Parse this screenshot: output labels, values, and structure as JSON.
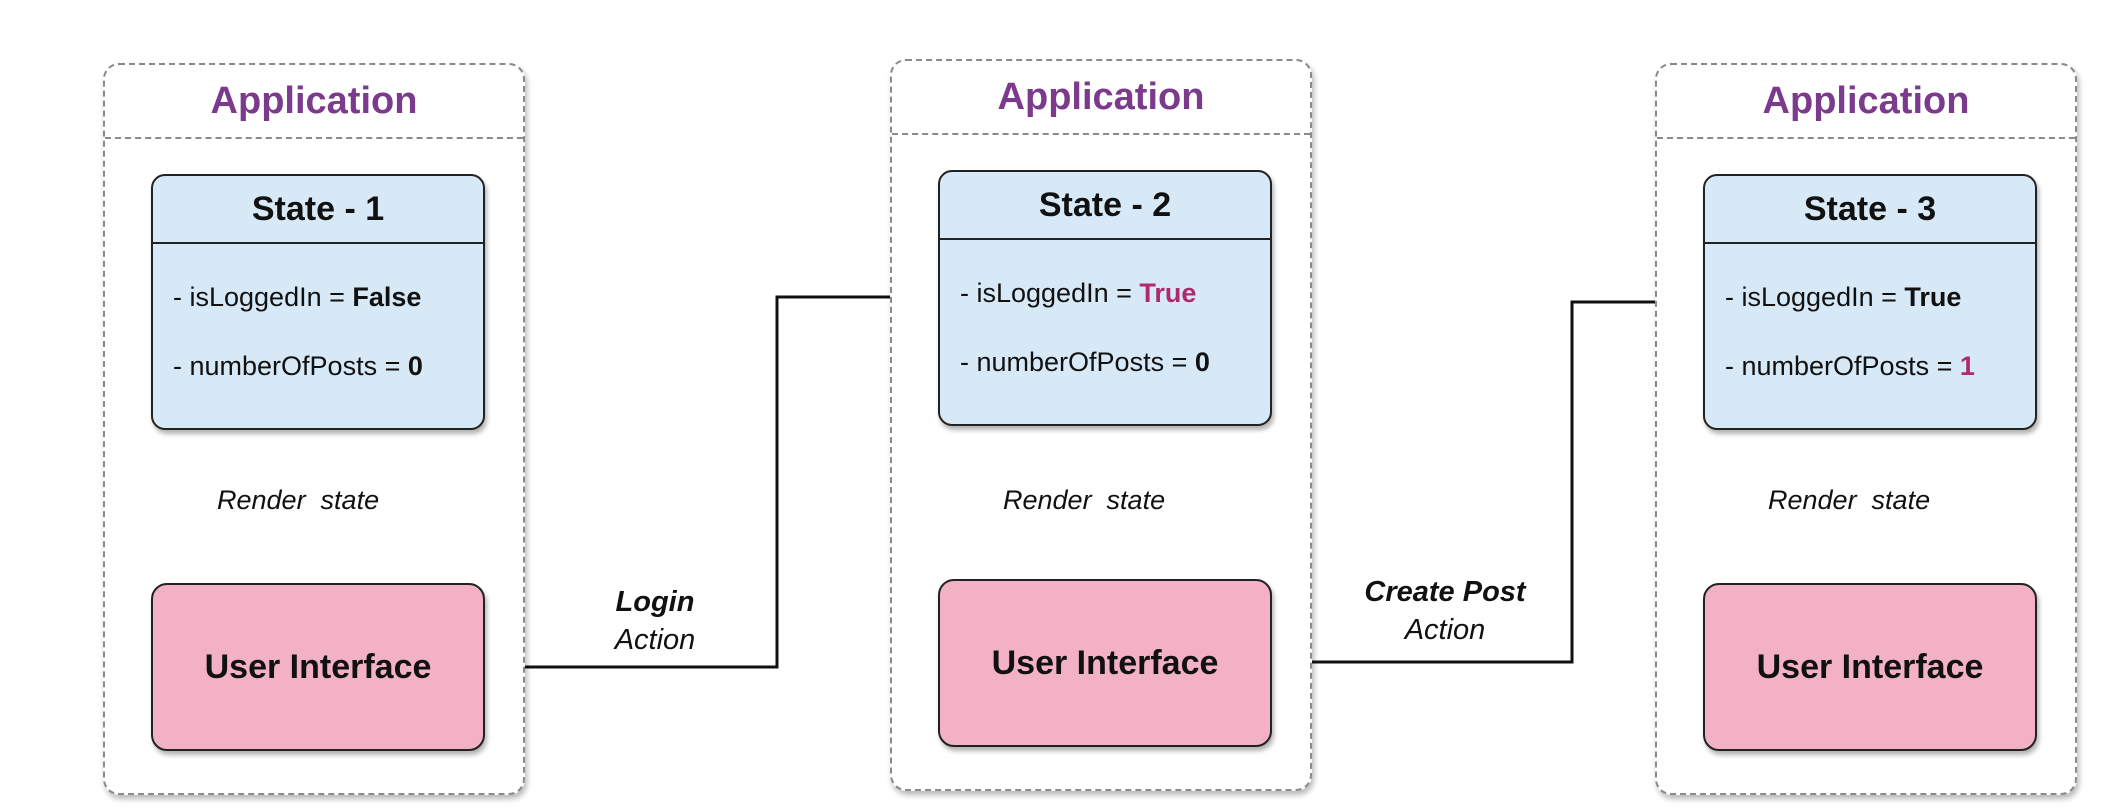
{
  "applications": [
    {
      "title": "Application",
      "state": {
        "title": "State - 1",
        "lines": [
          {
            "label": "- isLoggedIn = ",
            "value": "False",
            "changed": false
          },
          {
            "label": "- numberOfPosts = ",
            "value": "0",
            "changed": false
          }
        ]
      },
      "render_label": "Render  state",
      "ui_label": "User Interface"
    },
    {
      "title": "Application",
      "state": {
        "title": "State - 2",
        "lines": [
          {
            "label": "- isLoggedIn = ",
            "value": "True",
            "changed": true
          },
          {
            "label": "- numberOfPosts = ",
            "value": "0",
            "changed": false
          }
        ]
      },
      "render_label": "Render  state",
      "ui_label": "User Interface"
    },
    {
      "title": "Application",
      "state": {
        "title": "State - 3",
        "lines": [
          {
            "label": "- isLoggedIn = ",
            "value": "True",
            "changed": false
          },
          {
            "label": "- numberOfPosts = ",
            "value": "1",
            "changed": true
          }
        ]
      },
      "render_label": "Render  state",
      "ui_label": "User Interface"
    }
  ],
  "actions": [
    {
      "name": "Login",
      "kind": "Action"
    },
    {
      "name": "Create Post",
      "kind": "Action"
    }
  ],
  "colors": {
    "app_title": "#7b3a8c",
    "state_fill": "#d7e9f7",
    "ui_fill": "#f2b1c4",
    "changed_value": "#b0286e"
  }
}
